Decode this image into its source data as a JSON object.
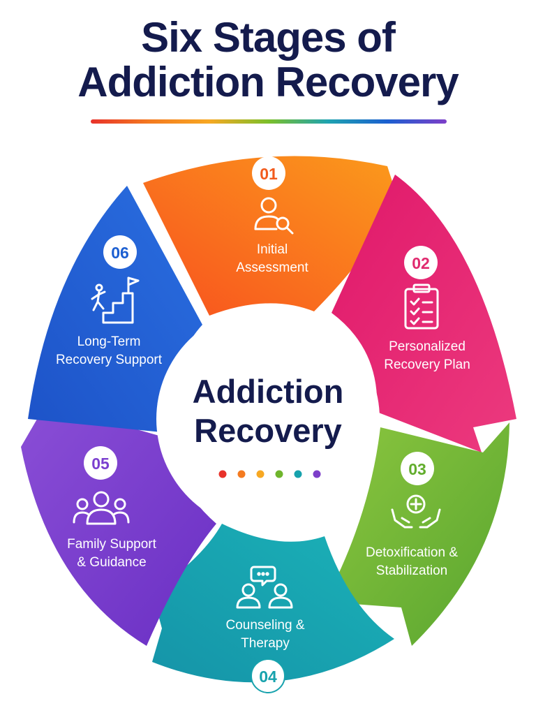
{
  "title": {
    "line1": "Six Stages of",
    "line2": "Addiction Recovery"
  },
  "center": {
    "line1": "Addiction",
    "line2": "Recovery"
  },
  "center_dots": [
    "#e8322a",
    "#f47b20",
    "#f7a823",
    "#6fb52c",
    "#17a2ad",
    "#7d3fc9"
  ],
  "stages": [
    {
      "num": "01",
      "lines": [
        "Initial",
        "Assessment"
      ],
      "icon": "person-search-icon",
      "color": "#f26a1b"
    },
    {
      "num": "02",
      "lines": [
        "Personalized",
        "Recovery Plan"
      ],
      "icon": "clipboard-checklist-icon",
      "color": "#e2256f"
    },
    {
      "num": "03",
      "lines": [
        "Detoxification &",
        "Stabilization"
      ],
      "icon": "hands-medical-cross-icon",
      "color": "#6db32e"
    },
    {
      "num": "04",
      "lines": [
        "Counseling &",
        "Therapy"
      ],
      "icon": "two-people-chat-icon",
      "color": "#1aa3b0"
    },
    {
      "num": "05",
      "lines": [
        "Family Support",
        "& Guidance"
      ],
      "icon": "family-group-icon",
      "color": "#7b3fcf"
    },
    {
      "num": "06",
      "lines": [
        "Long-Term",
        "Recovery Support"
      ],
      "icon": "stairs-goal-flag-icon",
      "color": "#1c5fd1"
    }
  ]
}
